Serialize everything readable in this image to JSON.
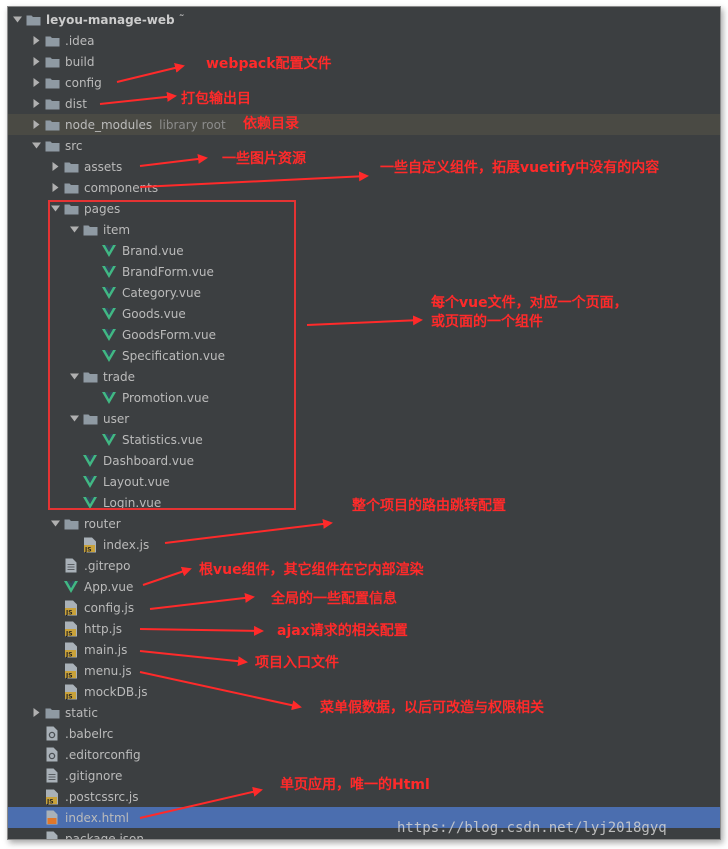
{
  "colors": {
    "background": "#3c3f41",
    "selection": "#4b6eaf",
    "annotation": "#ff2a2a",
    "vue_green": "#41b883",
    "js_badge": "#c9a23a"
  },
  "tree": [
    {
      "label": "leyou-manage-web",
      "icon": "folder-icon",
      "arrow": "expanded",
      "depth": 0,
      "bold": true,
      "suffix": "˜"
    },
    {
      "label": ".idea",
      "icon": "folder-icon",
      "arrow": "collapsed",
      "depth": 1
    },
    {
      "label": "build",
      "icon": "folder-icon",
      "arrow": "collapsed",
      "depth": 1
    },
    {
      "label": "config",
      "icon": "folder-icon",
      "arrow": "collapsed",
      "depth": 1
    },
    {
      "label": "dist",
      "icon": "folder-icon",
      "arrow": "collapsed",
      "depth": 1
    },
    {
      "label": "node_modules",
      "icon": "folder-icon",
      "arrow": "collapsed",
      "depth": 1,
      "extra": "library root",
      "lib": true
    },
    {
      "label": "src",
      "icon": "folder-icon",
      "arrow": "expanded",
      "depth": 1
    },
    {
      "label": "assets",
      "icon": "folder-icon",
      "arrow": "collapsed",
      "depth": 2
    },
    {
      "label": "components",
      "icon": "folder-icon",
      "arrow": "collapsed",
      "depth": 2
    },
    {
      "label": "pages",
      "icon": "folder-icon",
      "arrow": "expanded",
      "depth": 2
    },
    {
      "label": "item",
      "icon": "folder-icon",
      "arrow": "expanded",
      "depth": 3
    },
    {
      "label": "Brand.vue",
      "icon": "vue-file-icon",
      "depth": 4
    },
    {
      "label": "BrandForm.vue",
      "icon": "vue-file-icon",
      "depth": 4
    },
    {
      "label": "Category.vue",
      "icon": "vue-file-icon",
      "depth": 4
    },
    {
      "label": "Goods.vue",
      "icon": "vue-file-icon",
      "depth": 4
    },
    {
      "label": "GoodsForm.vue",
      "icon": "vue-file-icon",
      "depth": 4
    },
    {
      "label": "Specification.vue",
      "icon": "vue-file-icon",
      "depth": 4
    },
    {
      "label": "trade",
      "icon": "folder-icon",
      "arrow": "expanded",
      "depth": 3
    },
    {
      "label": "Promotion.vue",
      "icon": "vue-file-icon",
      "depth": 4
    },
    {
      "label": "user",
      "icon": "folder-icon",
      "arrow": "expanded",
      "depth": 3
    },
    {
      "label": "Statistics.vue",
      "icon": "vue-file-icon",
      "depth": 4
    },
    {
      "label": "Dashboard.vue",
      "icon": "vue-file-icon",
      "depth": 3
    },
    {
      "label": "Layout.vue",
      "icon": "vue-file-icon",
      "depth": 3
    },
    {
      "label": "Login.vue",
      "icon": "vue-file-icon",
      "depth": 3
    },
    {
      "label": "router",
      "icon": "folder-icon",
      "arrow": "expanded",
      "depth": 2
    },
    {
      "label": "index.js",
      "icon": "js-file-icon",
      "depth": 3
    },
    {
      "label": ".gitrepo",
      "icon": "text-file-icon",
      "depth": 2
    },
    {
      "label": "App.vue",
      "icon": "vue-file-icon",
      "depth": 2
    },
    {
      "label": "config.js",
      "icon": "js-file-icon",
      "depth": 2
    },
    {
      "label": "http.js",
      "icon": "js-file-icon",
      "depth": 2
    },
    {
      "label": "main.js",
      "icon": "js-file-icon",
      "depth": 2
    },
    {
      "label": "menu.js",
      "icon": "js-file-icon",
      "depth": 2
    },
    {
      "label": "mockDB.js",
      "icon": "js-file-icon",
      "depth": 2
    },
    {
      "label": "static",
      "icon": "folder-icon",
      "arrow": "collapsed",
      "depth": 1
    },
    {
      "label": ".babelrc",
      "icon": "config-file-icon",
      "depth": 1
    },
    {
      "label": ".editorconfig",
      "icon": "config-file-icon",
      "depth": 1
    },
    {
      "label": ".gitignore",
      "icon": "text-file-icon",
      "depth": 1
    },
    {
      "label": ".postcssrc.js",
      "icon": "js-file-icon",
      "depth": 1
    },
    {
      "label": "index.html",
      "icon": "html-file-icon",
      "depth": 1,
      "selected": true
    },
    {
      "label": "package.json",
      "icon": "json-file-icon",
      "depth": 1
    }
  ],
  "annotations": {
    "webpack": "webpack配置文件",
    "dist": "打包输出目",
    "node_modules": "依赖目录",
    "assets": "一些图片资源",
    "components": "一些自定义组件，拓展vuetify中没有的内容",
    "pages_line1": "每个vue文件，对应一个页面，",
    "pages_line2": "或页面的一个组件",
    "router": "整个项目的路由跳转配置",
    "app": "根vue组件，其它组件在它内部渲染",
    "config": "全局的一些配置信息",
    "http": "ajax请求的相关配置",
    "main": "项目入口文件",
    "menu": "菜单假数据，以后可改造与权限相关",
    "index": "单页应用，唯一的Html"
  },
  "watermark": "https://blog.csdn.net/lyj2018gyq"
}
